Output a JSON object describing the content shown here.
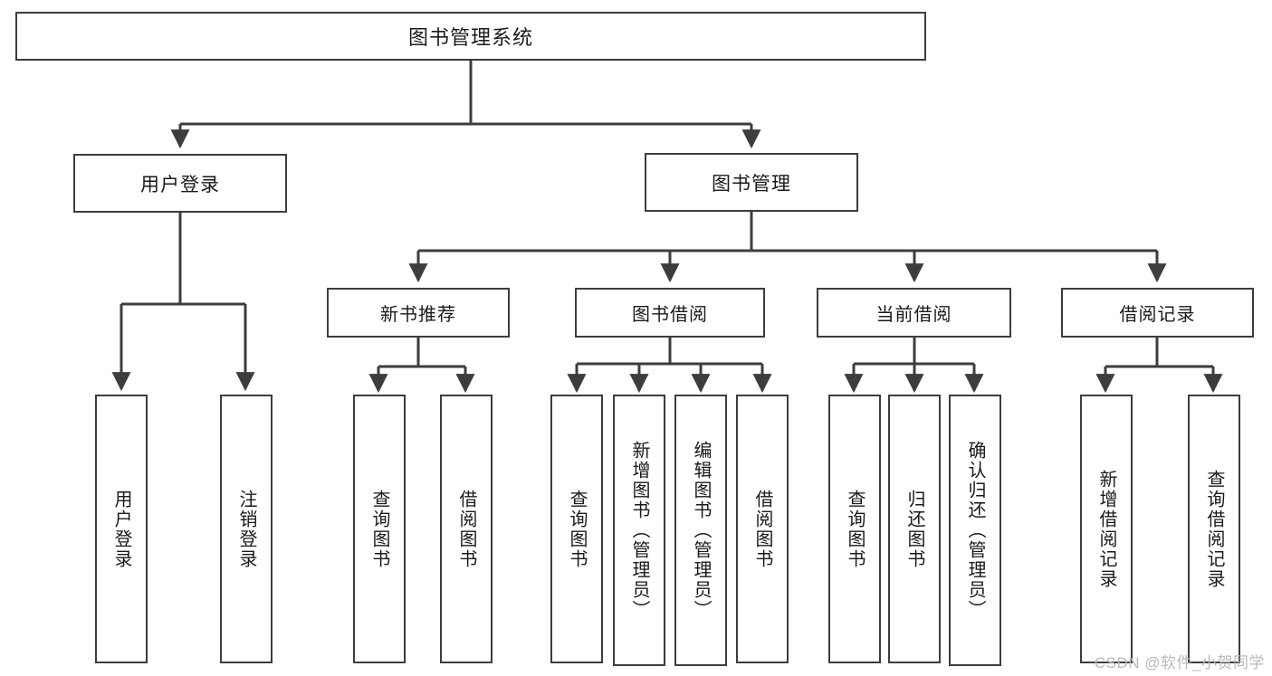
{
  "diagram": {
    "title": "图书管理系统",
    "type": "tree-hierarchy-diagram",
    "colors": {
      "box_border": "#3d3d3d",
      "box_fill": "#ffffff",
      "edge": "#3d3d3d",
      "text": "#1a1a1a",
      "watermark": "#b9b9b9"
    },
    "root": {
      "label": "图书管理系统"
    },
    "level1": [
      {
        "label": "用户登录"
      },
      {
        "label": "图书管理"
      }
    ],
    "level2": [
      {
        "label": "新书推荐"
      },
      {
        "label": "图书借阅"
      },
      {
        "label": "当前借阅"
      },
      {
        "label": "借阅记录"
      }
    ],
    "leaves": {
      "user_login": [
        {
          "label": "用户登录"
        },
        {
          "label": "注销登录"
        }
      ],
      "new_book_recommend": [
        {
          "label": "查询图书"
        },
        {
          "label": "借阅图书"
        }
      ],
      "book_borrow": [
        {
          "label": "查询图书"
        },
        {
          "label": "新增图书（管理员）"
        },
        {
          "label": "编辑图书（管理员）"
        },
        {
          "label": "借阅图书"
        }
      ],
      "current_borrow": [
        {
          "label": "查询图书"
        },
        {
          "label": "归还图书"
        },
        {
          "label": "确认归还（管理员）"
        }
      ],
      "borrow_record": [
        {
          "label": "新增借阅记录"
        },
        {
          "label": "查询借阅记录"
        }
      ]
    }
  },
  "watermark": {
    "text": "CSDN @软件_小贺同学"
  }
}
